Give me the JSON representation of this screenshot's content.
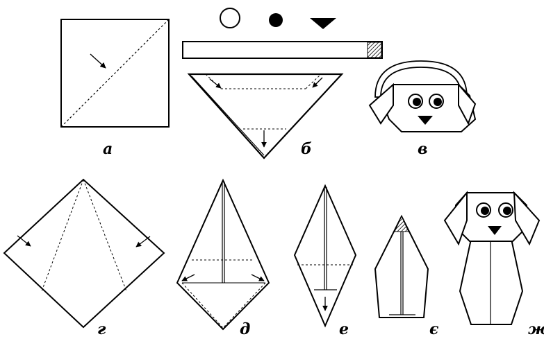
{
  "figure": {
    "step_labels": {
      "a": "а",
      "b": "б",
      "v": "в",
      "g": "г",
      "d": "д",
      "e": "е",
      "ye": "є",
      "zh": "ж"
    },
    "legend_shapes": [
      "circle-outline",
      "circle-filled",
      "triangle-filled"
    ],
    "colors": {
      "ink": "#000000",
      "paper": "#ffffff",
      "hatch": "#555555"
    }
  }
}
